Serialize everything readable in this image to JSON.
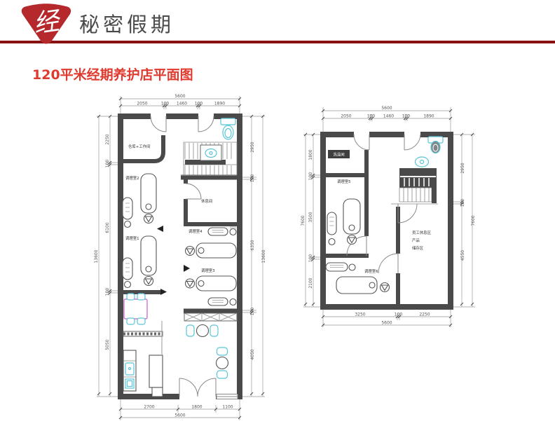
{
  "header": {
    "brand": "秘密假期",
    "logo_char": "经"
  },
  "title": "120平米经期养护店平面图",
  "colors": {
    "brand_red": "#b5282b",
    "rule_maroon": "#8a1111",
    "title_red": "#e03a2e",
    "wall_gray": "#4a4a4a",
    "fixture_cyan": "#58c5d8",
    "table_magenta": "#c45ec4"
  },
  "plan1": {
    "rooms": {
      "storage": "仓库+工作间",
      "room2": "调理室2",
      "room1": "调理室1",
      "rest": "休息间",
      "room4": "调理室4",
      "room3": "调理室3"
    },
    "dims": {
      "top_total": "5600",
      "top": [
        "2050",
        "100",
        "1460",
        "100",
        "1890"
      ],
      "bottom": [
        "2700",
        "1800",
        "1100"
      ],
      "bottom_total": "5600",
      "left_total": "13600",
      "left": [
        "2250",
        "100",
        "6100",
        "100",
        "5050"
      ],
      "right_total": "13600",
      "right": [
        "2950",
        "100",
        "6350",
        "100",
        "4050"
      ]
    }
  },
  "plan2": {
    "rooms": {
      "shower": "洗澡间",
      "room5": "调理室5",
      "room6": "调理室6",
      "staff": [
        "员工休息区",
        "产品",
        "储存区"
      ]
    },
    "dims": {
      "top_total": "5600",
      "top": [
        "2050",
        "100",
        "1460",
        "100",
        "1890"
      ],
      "bottom": [
        "3250",
        "100",
        "2250"
      ],
      "bottom_total": "5600",
      "left_total": "7600",
      "left": [
        "1800",
        "100",
        "3500",
        "100",
        "2100"
      ],
      "right_total": "7600",
      "right": [
        "2950",
        "100",
        "4550"
      ]
    }
  }
}
